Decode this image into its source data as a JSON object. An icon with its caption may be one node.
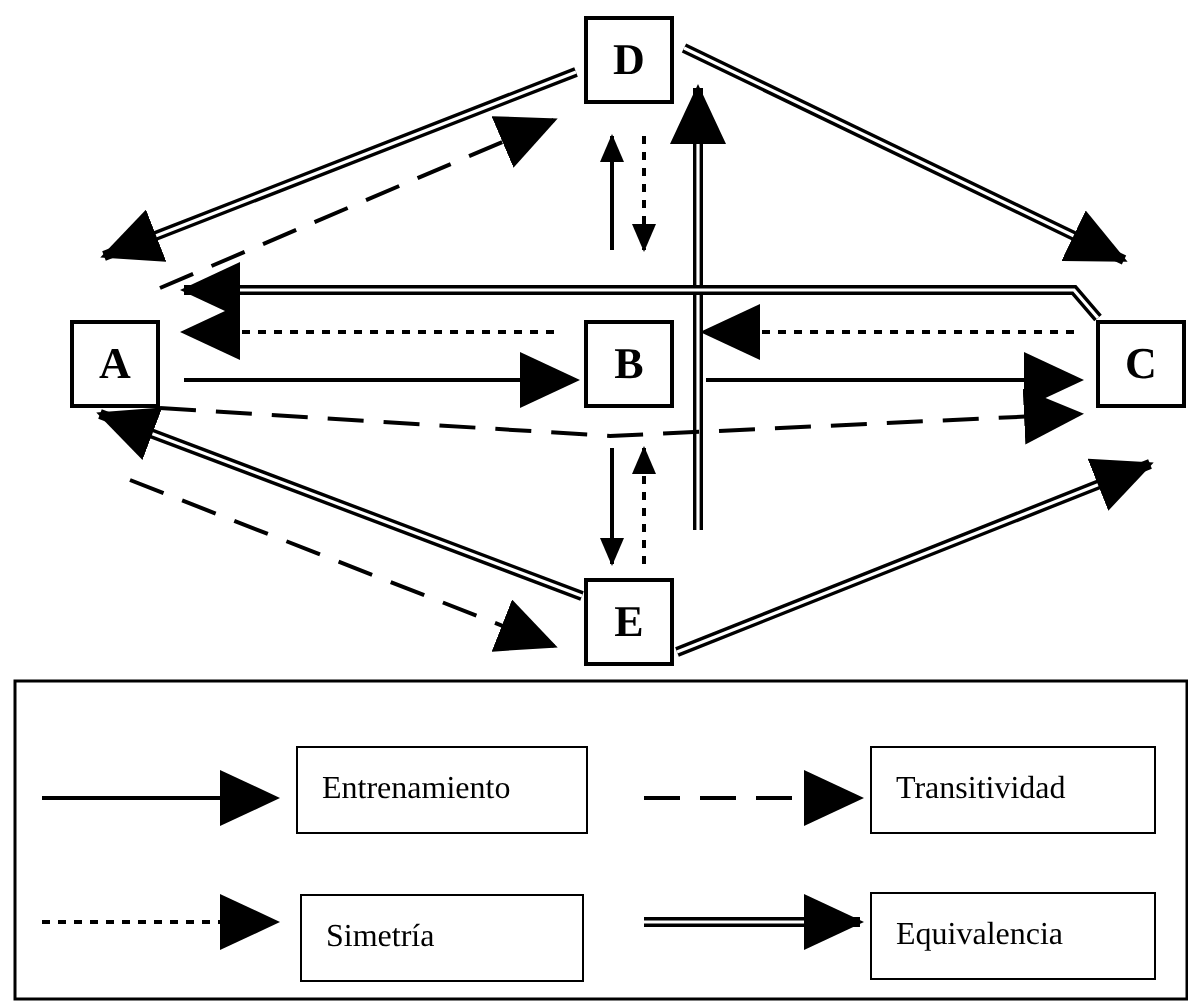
{
  "diagram": {
    "nodes": [
      {
        "text": [
          "D"
        ]
      },
      {
        "text": [
          "A"
        ]
      },
      {
        "text": [
          "B"
        ]
      },
      {
        "text": [
          "C"
        ]
      },
      {
        "text": [
          "E"
        ]
      }
    ],
    "edges": [
      {
        "from": 0,
        "to": 1,
        "arrow": "to",
        "style": "thick"
      },
      {
        "from": 1,
        "to": 0,
        "arrow": "to",
        "style": "dashed"
      },
      {
        "from": 0,
        "to": 3,
        "arrow": "to",
        "style": "thick"
      },
      {
        "from": null,
        "to": 0,
        "arrow": "to",
        "style": "thick"
      },
      {
        "from": 3,
        "to": 1,
        "arrow": "to",
        "style": "thick"
      },
      {
        "from": 2,
        "to": 1,
        "arrow": "to",
        "style": "dashed"
      },
      {
        "from": 3,
        "to": 2,
        "arrow": "to",
        "style": "dashed"
      },
      {
        "from": 1,
        "to": 2,
        "arrow": "to"
      },
      {
        "from": 2,
        "to": 3,
        "arrow": "to"
      },
      {
        "from": 1,
        "to": 3,
        "arrow": "to",
        "style": "dashed"
      },
      {
        "from": 2,
        "to": 0,
        "arrow": "to"
      },
      {
        "from": 0,
        "to": 2,
        "arrow": "to",
        "style": "dashed"
      },
      {
        "from": 2,
        "to": 4,
        "arrow": "to"
      },
      {
        "from": 4,
        "to": 2,
        "arrow": "to",
        "style": "dashed"
      },
      {
        "from": 4,
        "to": 1,
        "arrow": "to",
        "style": "thick"
      },
      {
        "from": 1,
        "to": 4,
        "arrow": "to",
        "style": "dashed"
      },
      {
        "from": 4,
        "to": 3,
        "arrow": "to",
        "style": "thick"
      }
    ],
    "legend": [
      {
        "text": "Entrenamiento"
      },
      {
        "text": "Transitividad"
      },
      {
        "text": "Simetría"
      },
      {
        "text": "Equivalencia"
      }
    ]
  }
}
